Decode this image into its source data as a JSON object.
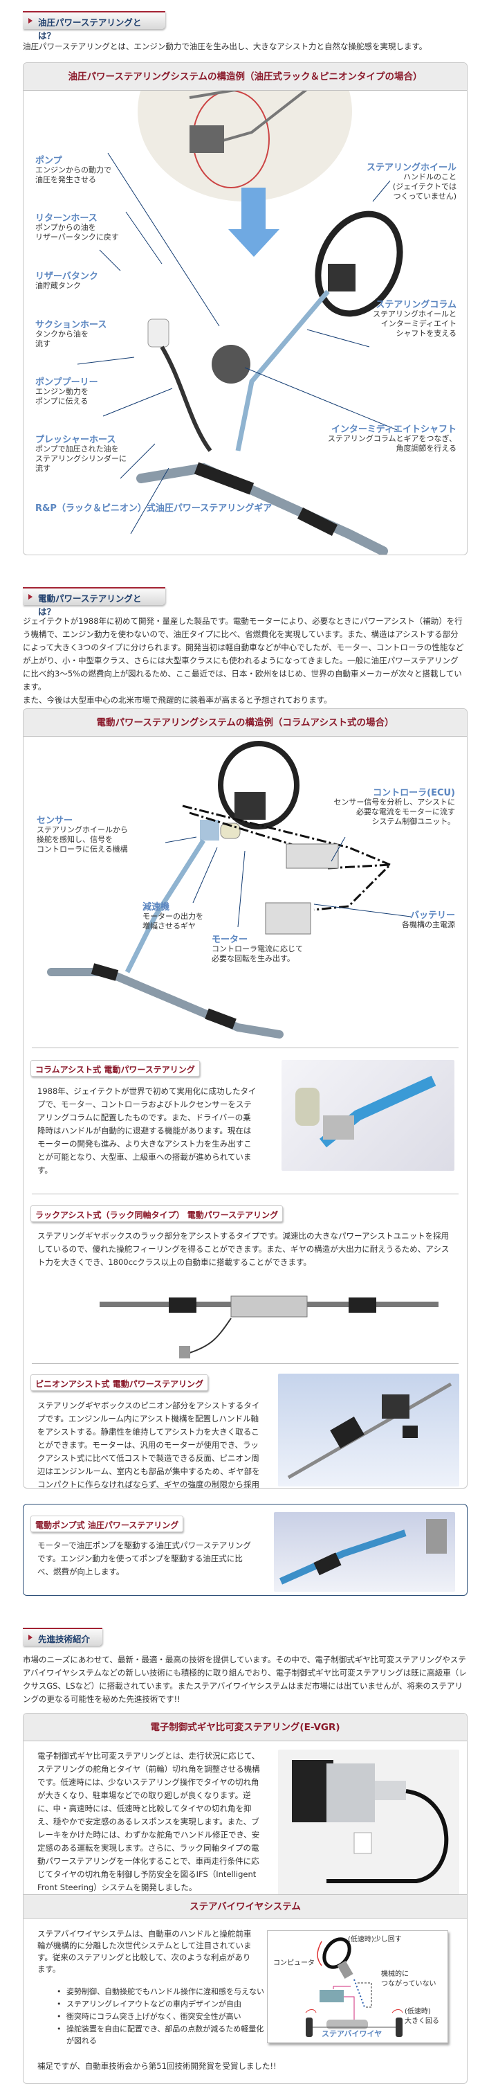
{
  "section1": {
    "heading": "油圧パワーステアリングとは？",
    "intro": "油圧パワーステアリングとは、エンジン動力で油圧を生み出し、大きなアシスト力と自然な操舵感を実現します。",
    "diagram_title": "油圧パワーステアリングシステムの構造例（油圧式ラック＆ピニオンタイプの場合）",
    "labels": [
      {
        "title": "ポンプ",
        "text": "エンジンからの動力で\n油圧を発生させる"
      },
      {
        "title": "リターンホース",
        "text": "ポンプからの油を\nリザーバータンクに戻す"
      },
      {
        "title": "リザーバタンク",
        "text": "油貯蔵タンク"
      },
      {
        "title": "サクションホース",
        "text": "タンクから油を\n流す"
      },
      {
        "title": "ポンププーリー",
        "text": "エンジン動力を\nポンプに伝える"
      },
      {
        "title": "プレッシャーホース",
        "text": "ポンプで加圧された油を\nステアリングシリンダーに\n流す"
      },
      {
        "title": "R&P（ラック＆ピニオン）式油圧パワーステアリングギア",
        "text": ""
      },
      {
        "title": "ステアリングホイール",
        "text": "ハンドルのこと\n(ジェイテクトでは\nつくっていません)"
      },
      {
        "title": "ステアリングコラム",
        "text": "ステアリングホイールと\nインターミディエイト\nシャフトを支える"
      },
      {
        "title": "インターミディエイトシャフト",
        "text": "ステアリングコラムとギアをつなぎ、\n角度調節を行える"
      }
    ]
  },
  "section2": {
    "heading": "電動パワーステアリングとは？",
    "paragraph": "ジェイテクトが1988年に初めて開発・量産した製品です。電動モーターにより、必要なときにパワーアシスト（補助）を行う機構で、エンジン動力を使わないので、油圧タイプに比べ、省燃費化を実現しています。また、構造はアシストする部分によって大きく3つのタイプに分けられます。開発当初は軽自動車などが中心でしたが、モーター、コントローラの性能などが上がり、小・中型車クラス、さらには大型車クラスにも使われるようになってきました。一般に油圧パワーステアリングに比べ約3〜5%の燃費向上が図れるため、ここ最近では、日本・欧州をはじめ、世界の自動車メーカーが次々と搭載しています。",
    "paragraph2": "また、今後は大型車中心の北米市場で飛躍的に装着率が高まると予想されております。",
    "diagram_title": "電動パワーステアリングシステムの構造例（コラムアシスト式の場合）",
    "labels": [
      {
        "title": "コントローラ(ECU)",
        "text": "センサー信号を分析し、アシストに\n必要な電流をモーターに流す\nシステム制御ユニット。"
      },
      {
        "title": "センサー",
        "text": "ステアリングホイールから\n操舵を感知し、信号を\nコントローラに伝える機構"
      },
      {
        "title": "減速機",
        "text": "モーターの出力を\n増幅させるギヤ"
      },
      {
        "title": "モーター",
        "text": "コントローラ電流に応じて\n必要な回転を生み出す。"
      },
      {
        "title": "バッテリー",
        "text": "各機構の主電源"
      }
    ],
    "types": [
      {
        "badge": "コラムアシスト式 電動パワーステアリング",
        "text": "1988年、ジェイテクトが世界で初めて実用化に成功したタイプで、モーター、コントローラおよびトルクセンサーをステアリングコラムに配置したものです。また、ドライバーの乗降時はハンドルが自動的に退避する機能があります。現在はモーターの開発も進み、より大きなアシスト力を生み出すことが可能となり、大型車、上級車への搭載が進められています。"
      },
      {
        "badge": "ラックアシスト式（ラック同軸タイプ） 電動パワーステアリング",
        "text": "ステアリングギヤボックスのラック部分をアシストするタイプです。減速比の大きなパワーアシストユニットを採用しているので、優れた操舵フィーリングを得ることができます。また、ギヤの構造が大出力に耐えうるため、アシスト力を大きくでき、1800ccクラス以上の自動車に搭載することができます。"
      },
      {
        "badge": "ピニオンアシスト式 電動パワーステアリング",
        "text": "ステアリングギヤボックスのピニオン部分をアシストするタイプです。エンジンルーム内にアシスト機構を配置しハンドル軸をアシストする。静粛性を維持してアシスト力を大きく取ることができます。モーターは、汎用のモーターが使用でき、ラックアシスト式に比べて低コストで製造できる反面、ピニオン周辺はエンジンルーム、室内とも部品が集中するため、ギヤ部をコンパクトに作らなければならず、ギヤの強度の制限から採用車種が限定されます（中型車クラスまで）。"
      }
    ],
    "pump": {
      "badge": "電動ポンプ式 油圧パワーステアリング",
      "text": "モーターで油圧ポンプを駆動する油圧式パワーステアリングです。エンジン動力を使ってポンプを駆動する油圧式に比べ、燃費が向上します。"
    }
  },
  "section3": {
    "heading": "先進技術紹介",
    "paragraph": "市場のニーズにあわせて、最新・最適・最高の技術を提供しています。その中で、電子制御式ギヤ比可変ステアリングやステアバイワイヤシステムなどの新しい技術にも積極的に取り組んでおり、電子制御式ギヤ比可変ステアリングは既に高級車（レクサスGS、LSなど）に搭載されています。またステアバイワイヤシステムはまだ市場には出ていませんが、将来のステアリングの更なる可能性を秘めた先進技術です!!",
    "evgr": {
      "title": "電子制御式ギヤ比可変ステアリング(E-VGR)",
      "text": "電子制御式ギヤ比可変ステアリングとは、走行状況に応じて、ステアリングの舵角とタイヤ（前輪）切れ角を調整させる機構です。低速時には、少ないステアリング操作でタイヤの切れ角が大きくなり、駐車場などでの取り廻しが良くなります。逆に、中・高速時には、低速時と比較してタイヤの切れ角を抑え、穏やかで安定感のあるレスポンスを実現します。また、ブレーキをかけた時には、わずかな舵角でハンドル修正でき、安定感のある運転を実現します。さらに、ラック同軸タイプの電動パワーステアリングを一体化することで、車両走行条件に応じてタイヤの切れ角を制御し予防安全を図るIFS（Intelligent Front Steering）システムを開発しました。"
    },
    "sbw": {
      "title": "ステアバイワイヤシステム",
      "text": "ステアバイワイヤシステムは、自動車のハンドルと操舵前車輪が機構的に分離した次世代システムとして注目されています。従来のステアリングと比較して、次のような利点があります。",
      "bullets": [
        "姿勢制御、自動操舵でもハンドル操作に違和感を与えない",
        "ステアリングレイアウトなどの車内デザインが自由",
        "衝突時にコラム突き上げがなく、衝突安全性が高い",
        "操舵装置を自由に配置でき、部品の点数が減るため軽量化が図れる"
      ],
      "note": "補足ですが、自動車技術会から第51回技術開発賞を受賞しました!!",
      "figure": {
        "low_speed_turn": "(低速時)少し回す",
        "computer": "コンピュータ",
        "not_connected": "機械的に\nつながっていない",
        "wheel_turn": "(低速時)\n大きく回る",
        "caption": "ステアバイワイヤ"
      }
    }
  }
}
